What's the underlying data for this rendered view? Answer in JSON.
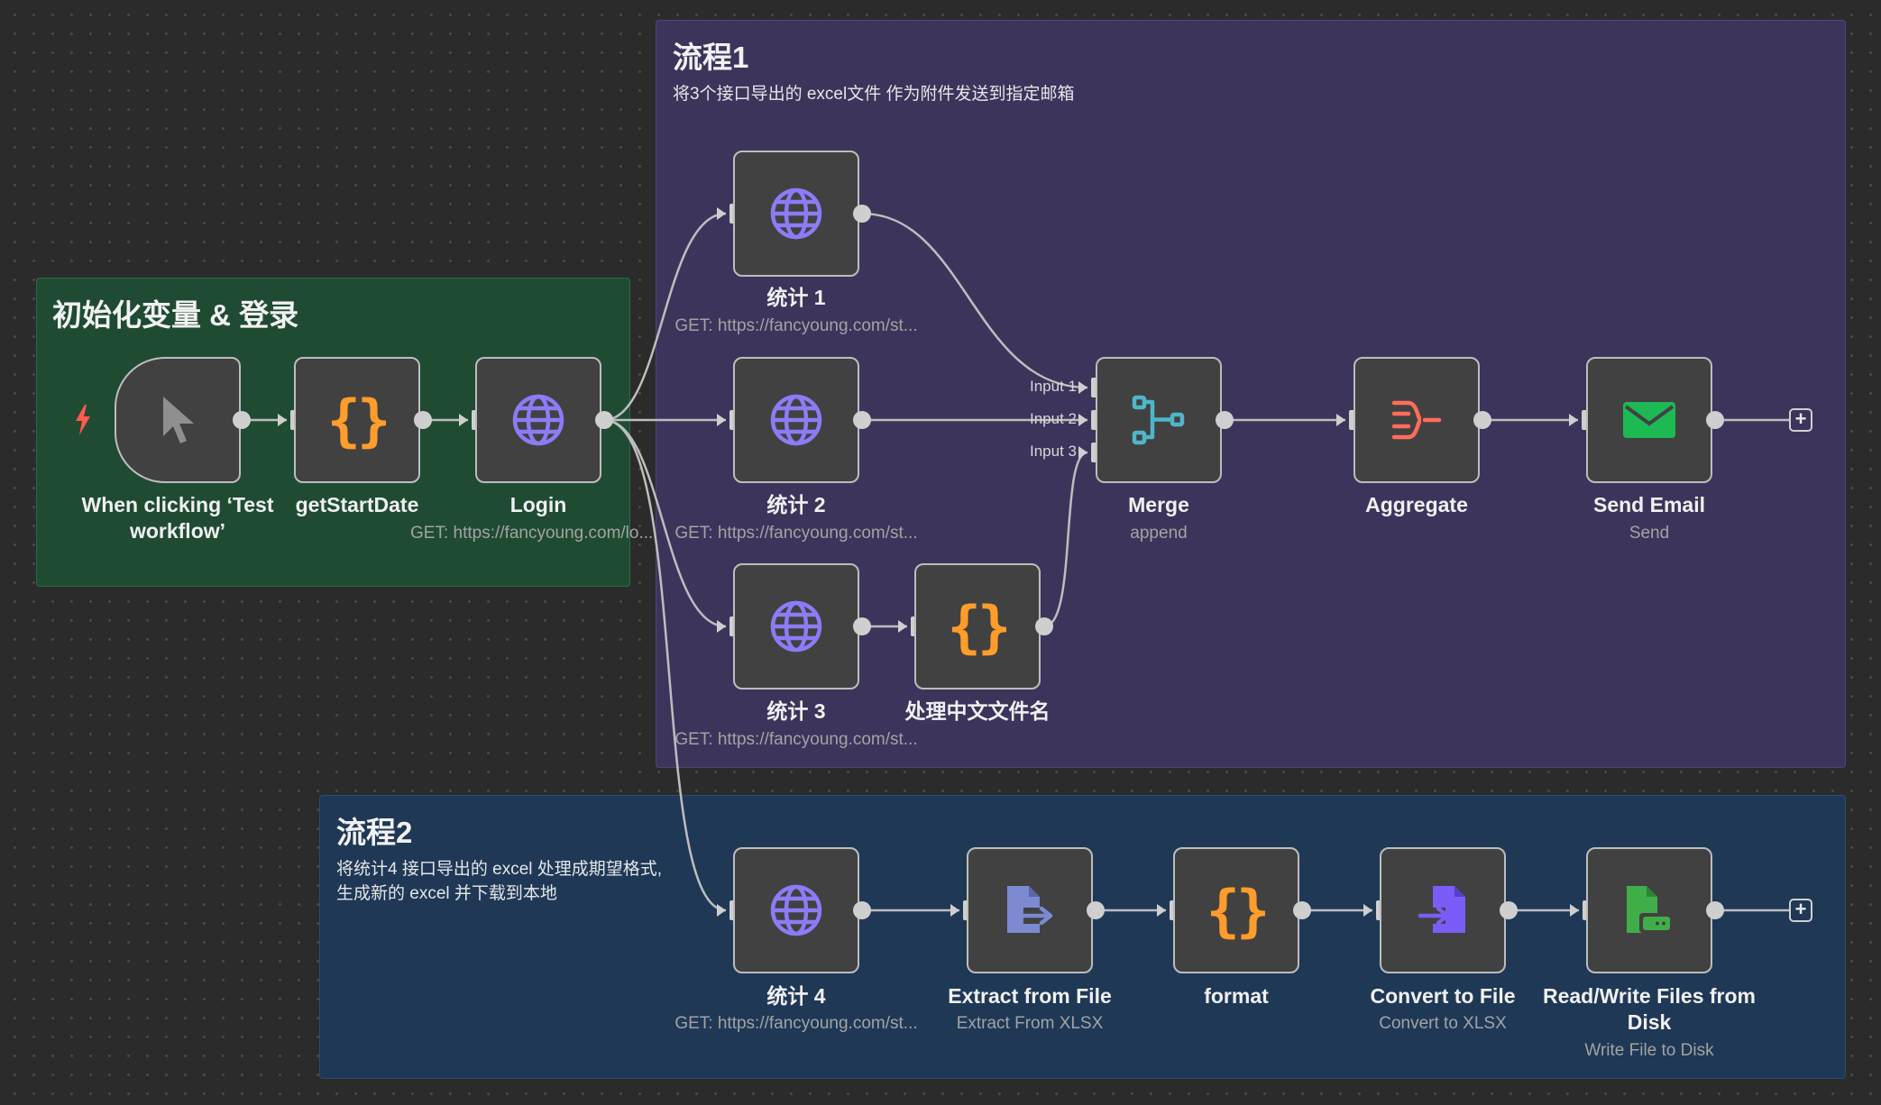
{
  "stickies": {
    "init": {
      "title": "初始化变量 & 登录"
    },
    "flow1": {
      "title": "流程1",
      "desc": "将3个接口导出的 excel文件 作为附件发送到指定邮箱"
    },
    "flow2": {
      "title": "流程2",
      "desc": "将统计4 接口导出的 excel 处理成期望格式,\n生成新的 excel 并下载到本地"
    }
  },
  "nodes": {
    "trigger": {
      "label": "When clicking ‘Test workflow’",
      "icon": "cursor-icon"
    },
    "getStartDate": {
      "label": "getStartDate",
      "icon": "code-braces-icon"
    },
    "login": {
      "label": "Login",
      "sub": "GET: https://fancyoung.com/lo...",
      "icon": "globe-icon"
    },
    "stat1": {
      "label": "统计 1",
      "sub": "GET: https://fancyoung.com/st...",
      "icon": "globe-icon"
    },
    "stat2": {
      "label": "统计 2",
      "sub": "GET: https://fancyoung.com/st...",
      "icon": "globe-icon"
    },
    "stat3": {
      "label": "统计 3",
      "sub": "GET: https://fancyoung.com/st...",
      "icon": "globe-icon"
    },
    "chinese": {
      "label": "处理中文文件名",
      "icon": "code-braces-icon"
    },
    "merge": {
      "label": "Merge",
      "sub": "append",
      "icon": "merge-icon",
      "inputs": [
        "Input 1",
        "Input 2",
        "Input 3"
      ]
    },
    "aggregate": {
      "label": "Aggregate",
      "icon": "aggregate-icon"
    },
    "sendEmail": {
      "label": "Send Email",
      "sub": "Send",
      "icon": "envelope-icon"
    },
    "stat4": {
      "label": "统计 4",
      "sub": "GET: https://fancyoung.com/st...",
      "icon": "globe-icon"
    },
    "extract": {
      "label": "Extract from File",
      "sub": "Extract From XLSX",
      "icon": "extract-file-icon"
    },
    "format": {
      "label": "format",
      "icon": "code-braces-icon"
    },
    "convert": {
      "label": "Convert to File",
      "sub": "Convert to XLSX",
      "icon": "convert-file-icon"
    },
    "readwrite": {
      "label": "Read/Write Files from Disk",
      "sub": "Write File to Disk",
      "icon": "disk-file-icon"
    }
  },
  "braces_glyph": "{}",
  "add_glyph": "+",
  "colors": {
    "globe": "#8b7cf6",
    "braces": "#ff9c2a",
    "merge": "#4fb6c9",
    "aggregate": "#ff6d5a",
    "email": "#1db954",
    "extract": "#7c8ad2",
    "convert": "#7c5cf6",
    "disk": "#3fae49",
    "bolt": "#ff5a4e"
  }
}
